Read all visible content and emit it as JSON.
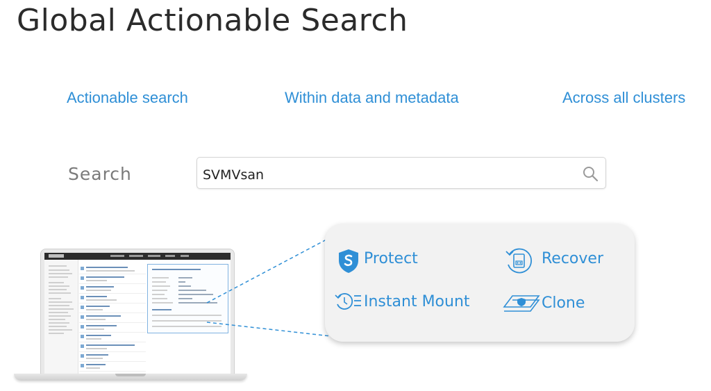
{
  "title": "Global Actionable Search",
  "features": [
    "Actionable search",
    "Within data and metadata",
    "Across all clusters"
  ],
  "search": {
    "label": "Search",
    "value": "SVMVsan"
  },
  "actions": {
    "protect": "Protect",
    "recover": "Recover",
    "instant_mount": "Instant Mount",
    "clone": "Clone"
  },
  "colors": {
    "accent": "#2f8fd6",
    "title": "#2b2b2b",
    "panel": "#f2f2f2"
  },
  "icons": [
    "search-icon",
    "shield-icon",
    "recover-icon",
    "instant-mount-icon",
    "clone-icon",
    "laptop-icon"
  ]
}
